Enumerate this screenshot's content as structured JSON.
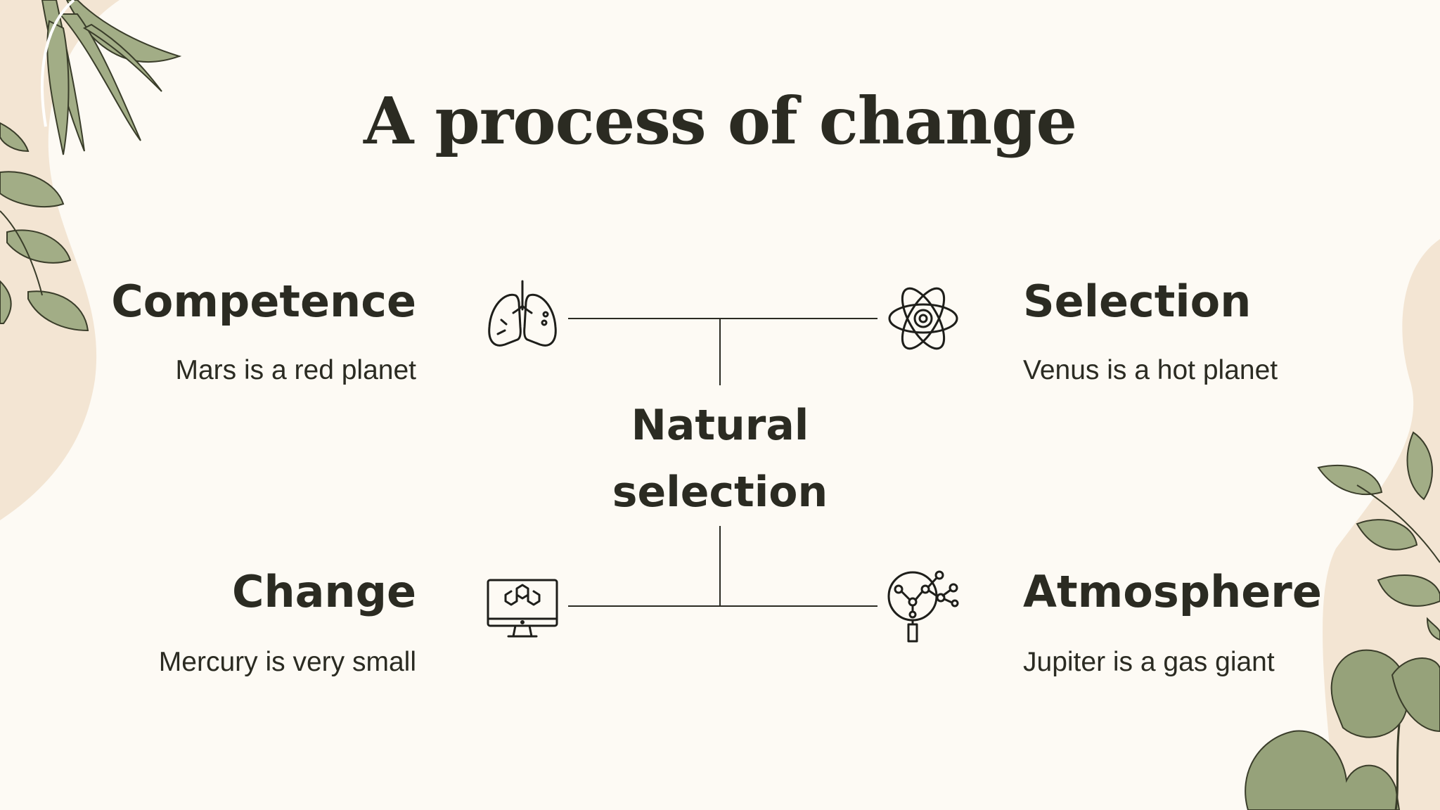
{
  "slide": {
    "title": "A process of change",
    "center": {
      "line1": "Natural",
      "line2": "selection"
    },
    "items": [
      {
        "heading": "Competence",
        "text": "Mars is a red planet",
        "icon": "lungs-icon"
      },
      {
        "heading": "Selection",
        "text": "Venus is a hot planet",
        "icon": "atom-icon"
      },
      {
        "heading": "Change",
        "text": "Mercury is very small",
        "icon": "computer-molecule-icon"
      },
      {
        "heading": "Atmosphere",
        "text": "Jupiter is a gas giant",
        "icon": "magnifier-molecule-icon"
      }
    ]
  },
  "colors": {
    "background": "#fdfaf4",
    "text": "#2b2b22",
    "leaf": "#9aa57c",
    "blob": "#f2e3d1"
  }
}
